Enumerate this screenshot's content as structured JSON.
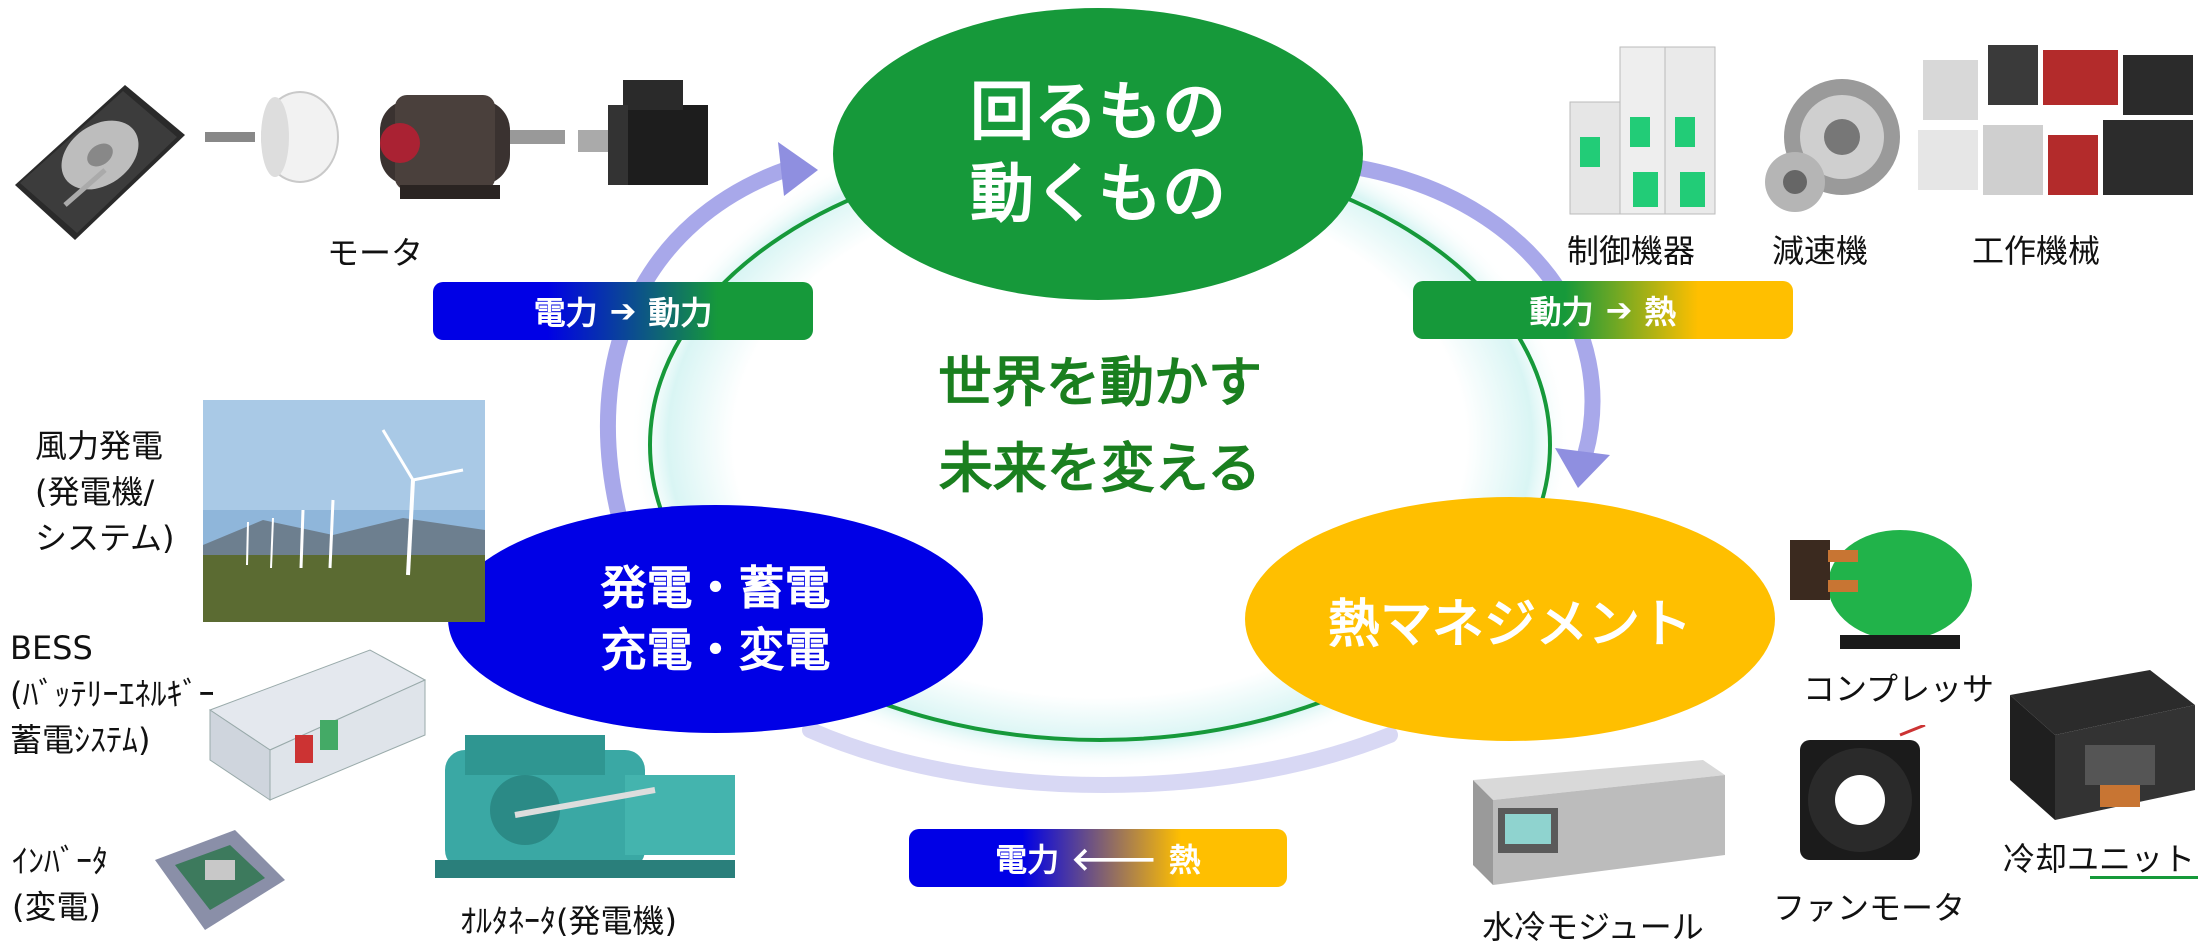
{
  "nodes": {
    "top": {
      "line1": "回るもの",
      "line2": "動くもの",
      "color": "#16993a"
    },
    "left": {
      "line1": "発電・蓄電",
      "line2": "充電・変電",
      "color": "#0000e6"
    },
    "right": {
      "line1": "熱マネジメント",
      "color": "#ffbf00"
    }
  },
  "center": {
    "line1": "世界を動かす",
    "line2": "未来を変える",
    "color": "#1a7f1f"
  },
  "flows": {
    "left": {
      "from": "電力",
      "arrow": "➔",
      "to": "動力"
    },
    "right": {
      "from": "動力",
      "arrow": "➔",
      "to": "熱"
    },
    "bottom": {
      "from": "電力",
      "arrow": "🡐",
      "to": "熱"
    }
  },
  "labels": {
    "motor": "モータ",
    "control": "制御機器",
    "reducer": "減速機",
    "machine_tool": "工作機械",
    "wind": [
      "風力発電",
      "(発電機/",
      "システム)"
    ],
    "bess": [
      "BESS",
      "(ﾊﾞｯﾃﾘｰｴﾈﾙｷﾞｰ",
      "蓄電ｼｽﾃﾑ)"
    ],
    "inverter": [
      "ｲﾝﾊﾞｰﾀ",
      "(変電)"
    ],
    "alternator": "ｵﾙﾀﾈｰﾀ(発電機)",
    "compressor": "コンプレッサ",
    "water_module": "水冷モジュール",
    "fan_motor": "ファンモータ",
    "cooling_unit": "冷却ユニット"
  },
  "colors": {
    "ring_green": "#16993a",
    "arrow_purple": "#8f8fe0",
    "glow": "#d8f4f4"
  }
}
